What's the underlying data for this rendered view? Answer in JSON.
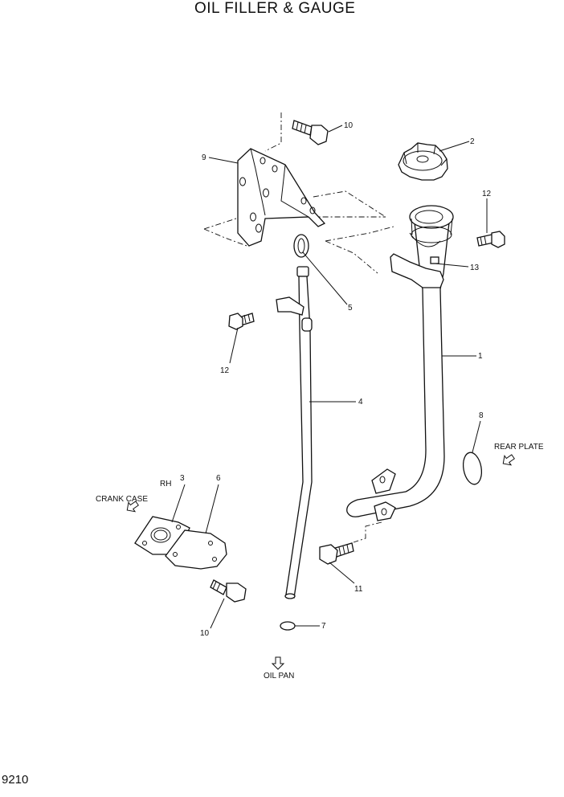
{
  "title": "OIL FILLER & GAUGE",
  "page_number": "9210",
  "callouts": {
    "c1": "1",
    "c2": "2",
    "c3": "3",
    "c4": "4",
    "c5": "5",
    "c6": "6",
    "c7": "7",
    "c8": "8",
    "c9": "9",
    "c10a": "10",
    "c10b": "10",
    "c11": "11",
    "c12a": "12",
    "c12b": "12",
    "c13": "13"
  },
  "notes": {
    "rh": "RH",
    "crank_case": "CRANK CASE",
    "rear_plate": "REAR PLATE",
    "oil_pan": "OIL PAN"
  }
}
